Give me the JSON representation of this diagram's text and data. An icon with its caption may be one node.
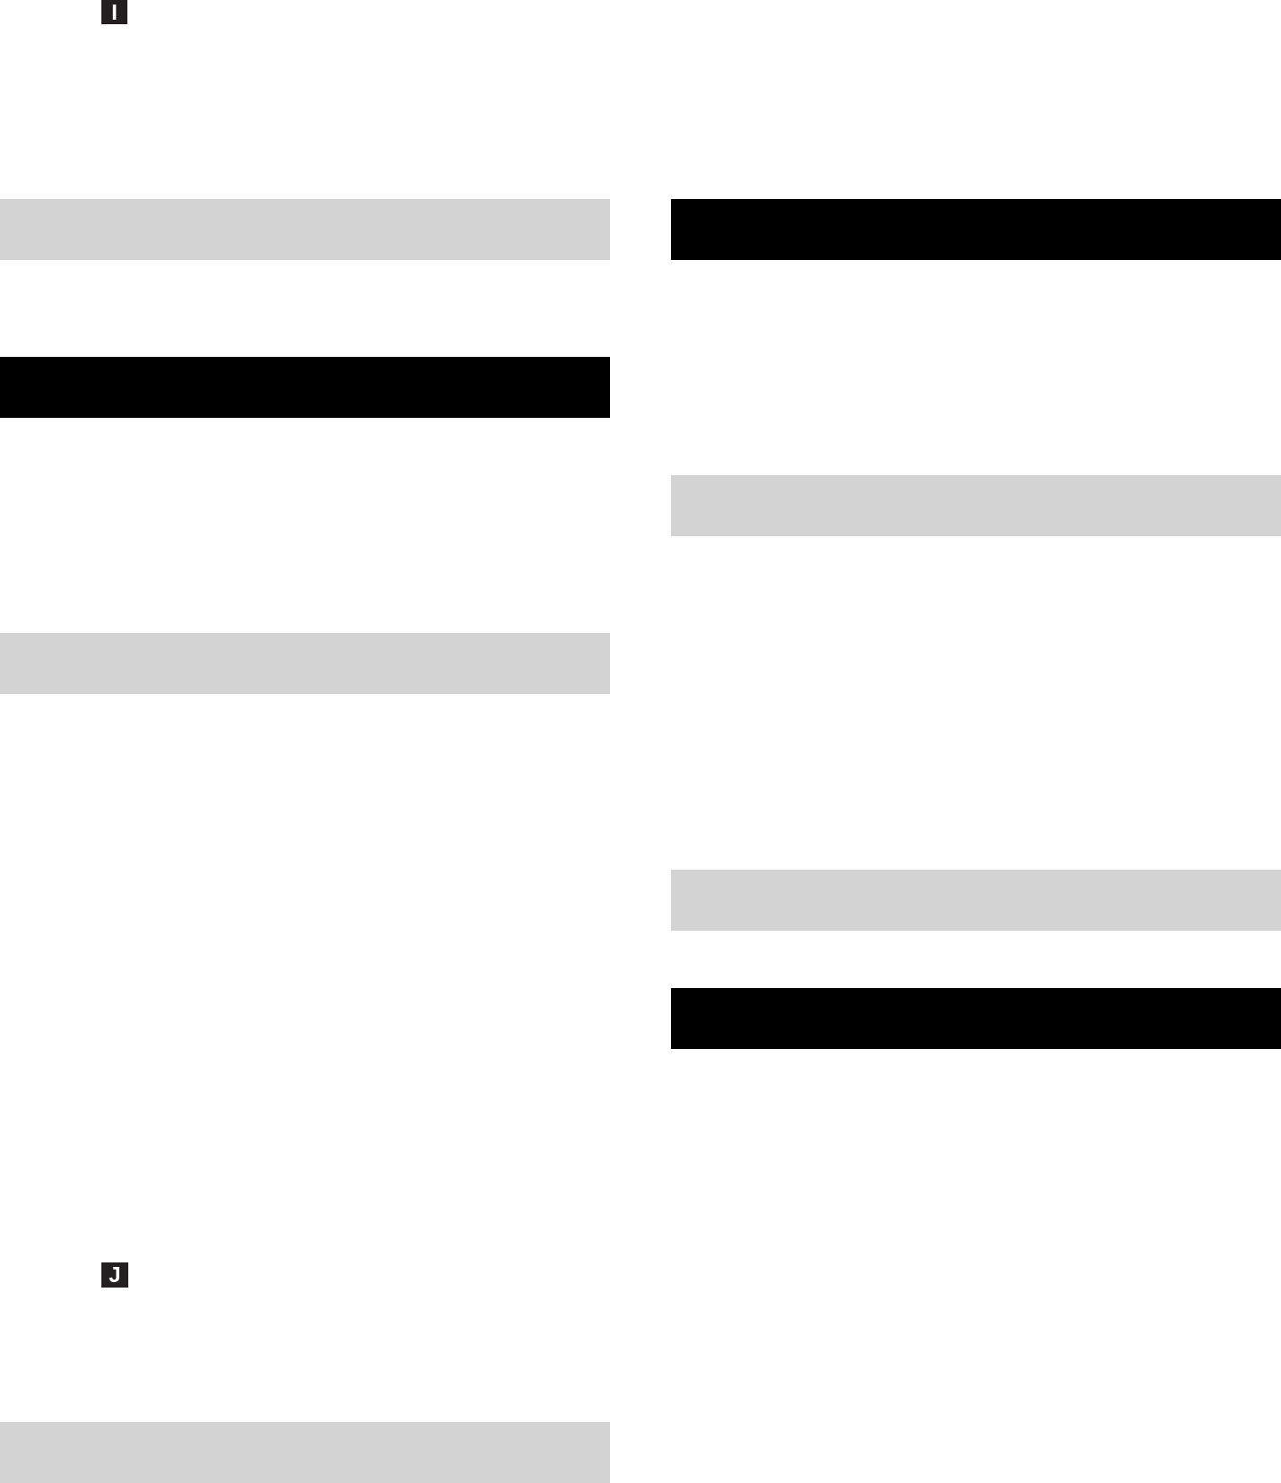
{
  "diagram": {
    "nodes": [
      {
        "text": [
          "I"
        ]
      },
      {
        "text": [],
        "shape": "bar"
      },
      {
        "text": [],
        "shape": "bar"
      },
      {
        "text": [],
        "shape": "bar"
      },
      {
        "text": [],
        "shape": "bar"
      },
      {
        "text": [],
        "shape": "bar"
      },
      {
        "text": [],
        "shape": "bar"
      },
      {
        "text": [],
        "shape": "bar"
      },
      {
        "text": [
          "J"
        ]
      },
      {
        "text": [],
        "shape": "bar"
      }
    ]
  }
}
